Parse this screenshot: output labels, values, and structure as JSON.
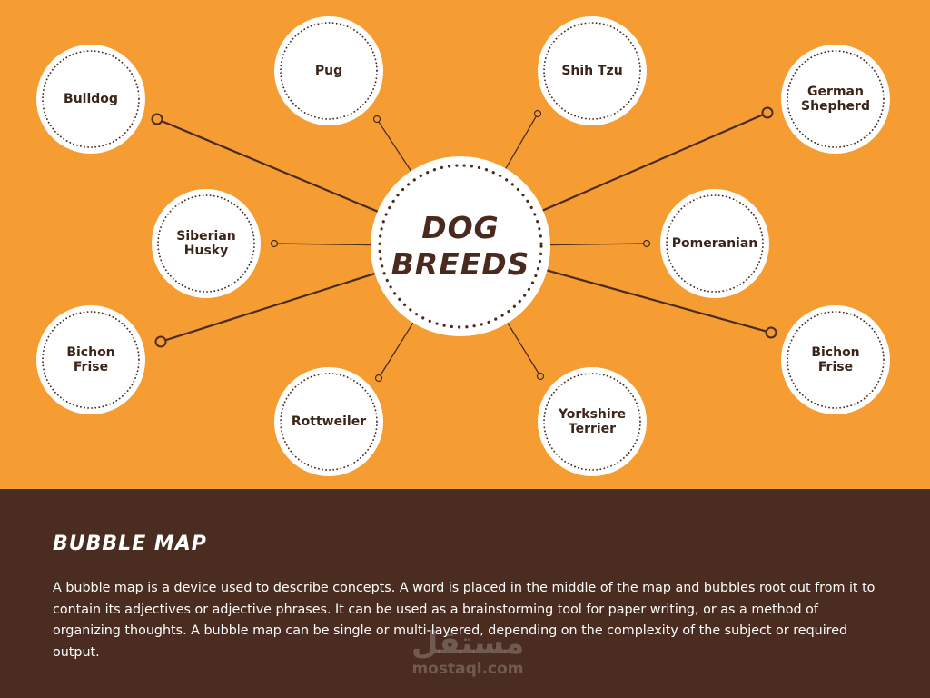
{
  "colors": {
    "map_background": "#f59d33",
    "info_background": "#4a2c20",
    "bubble_fill": "#ffffff",
    "line_color": "#4a2c20",
    "text_color": "#3b2418"
  },
  "center": {
    "title": "DOG\nBREEDS"
  },
  "breeds": [
    "Bulldog",
    "Pug",
    "Shih Tzu",
    "German\nShepherd",
    "Siberian\nHusky",
    "Pomeranian",
    "Bichon\nFrise",
    "Bichon\nFrise",
    "Rottweiler",
    "Yorkshire\nTerrier"
  ],
  "info": {
    "title": "BUBBLE MAP",
    "body": "A bubble map is a device used to describe concepts. A word is placed in the middle of the map and bubbles root out from it to contain its adjectives or adjective phrases. It can be used as a brainstorming tool for paper writing, or as a method of organizing thoughts. A bubble map can be single or multi-layered, depending on the complexity of the subject or required output."
  },
  "watermark": {
    "arabic": "مستقل",
    "latin": "mostaql.com"
  }
}
